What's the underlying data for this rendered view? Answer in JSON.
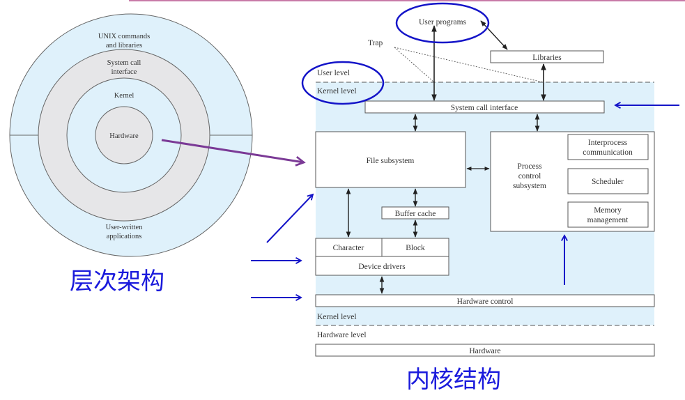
{
  "colors": {
    "top_rule": "#c87aa8",
    "ring_light_blue": "#dff1fb",
    "ring_gray": "#e6e6e8",
    "outline": "#555555",
    "annotation_blue": "#1414c8",
    "annotation_purple": "#7b3a96",
    "kernel_region": "#dff1fb"
  },
  "layered_diagram": {
    "caption": "层次架构",
    "rings": {
      "outer_top": [
        "UNIX commands",
        "and libraries"
      ],
      "syscall": [
        "System call",
        "interface"
      ],
      "kernel": "Kernel",
      "core": "Hardware",
      "outer_bottom": [
        "User-written",
        "applications"
      ]
    }
  },
  "kernel_diagram": {
    "caption": "内核结构",
    "user_programs": "User programs",
    "trap": "Trap",
    "libraries": "Libraries",
    "user_level": "User level",
    "kernel_level_top": "Kernel level",
    "system_call_interface": "System call interface",
    "file_subsystem": "File subsystem",
    "buffer_cache": "Buffer cache",
    "character": "Character",
    "block": "Block",
    "device_drivers": "Device drivers",
    "process_control": [
      "Process",
      "control",
      "subsystem"
    ],
    "ipc": [
      "Interprocess",
      "communication"
    ],
    "scheduler": "Scheduler",
    "memory_management": [
      "Memory",
      "management"
    ],
    "hardware_control": "Hardware control",
    "kernel_level_bottom": "Kernel level",
    "hardware_level": "Hardware level",
    "hardware": "Hardware"
  }
}
